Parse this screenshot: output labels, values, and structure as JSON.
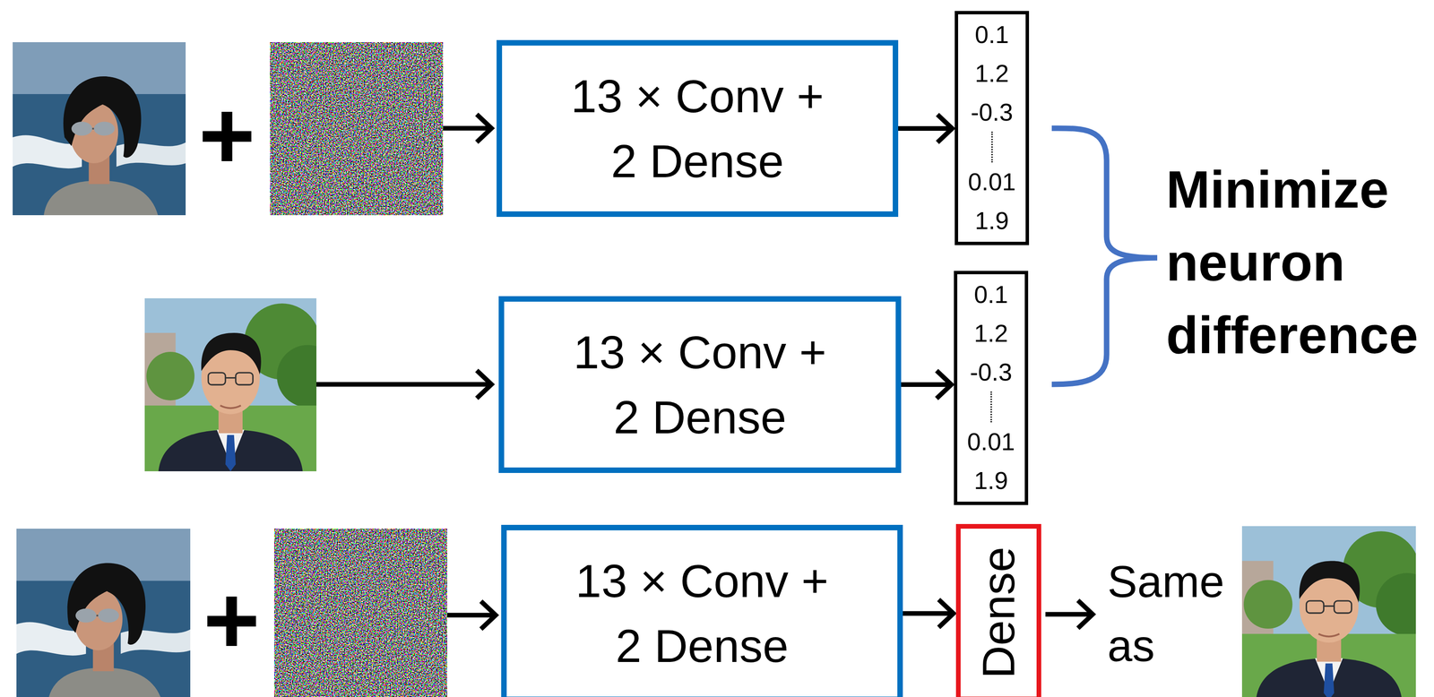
{
  "diagram": {
    "nodes": [
      {
        "text": [
          "13 × Conv + 2 Dense"
        ]
      },
      {
        "text": [
          "0.1",
          "1.2",
          "-0.3",
          "0.01",
          "1.9"
        ]
      },
      {
        "text": [
          "13 × Conv + 2 Dense"
        ]
      },
      {
        "text": [
          "0.1",
          "1.2",
          "-0.3",
          "0.01",
          "1.9"
        ]
      },
      {
        "text": [
          "13 × Conv + 2 Dense"
        ]
      },
      {
        "text": [
          "Dense"
        ]
      }
    ],
    "edges": [
      {
        "from": 0,
        "to": 1,
        "arrow": "to"
      },
      {
        "from": 2,
        "to": 3,
        "arrow": "to"
      },
      {
        "from": 4,
        "to": 5,
        "arrow": "to"
      }
    ],
    "labels": [
      "+",
      "Minimize neuron difference",
      "+",
      "Same as"
    ]
  }
}
